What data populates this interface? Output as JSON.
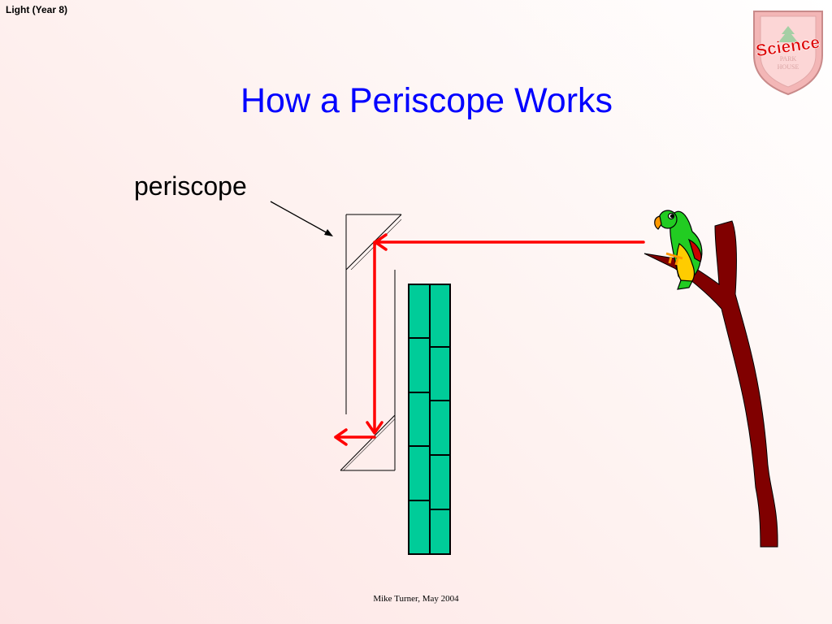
{
  "header": {
    "label": "Light (Year 8)"
  },
  "title": "How a Periscope Works",
  "callout": {
    "label": "periscope"
  },
  "logo": {
    "text": "Science",
    "subtext": [
      "PARK",
      "HOUSE"
    ],
    "colors": {
      "shield": "#f3b6b6",
      "text": "#dd0000",
      "tree": "#a5cfa5"
    }
  },
  "footer": {
    "text": "Mike Turner, May 2004"
  },
  "colors": {
    "title": "#0000ff",
    "ray": "#ff0000",
    "wall": "#00cc99",
    "branch": "#800000",
    "parrot_body": "#22cc22",
    "parrot_wing_tip": "#cc0000",
    "parrot_belly": "#ffcc00",
    "parrot_beak": "#ff9900"
  }
}
